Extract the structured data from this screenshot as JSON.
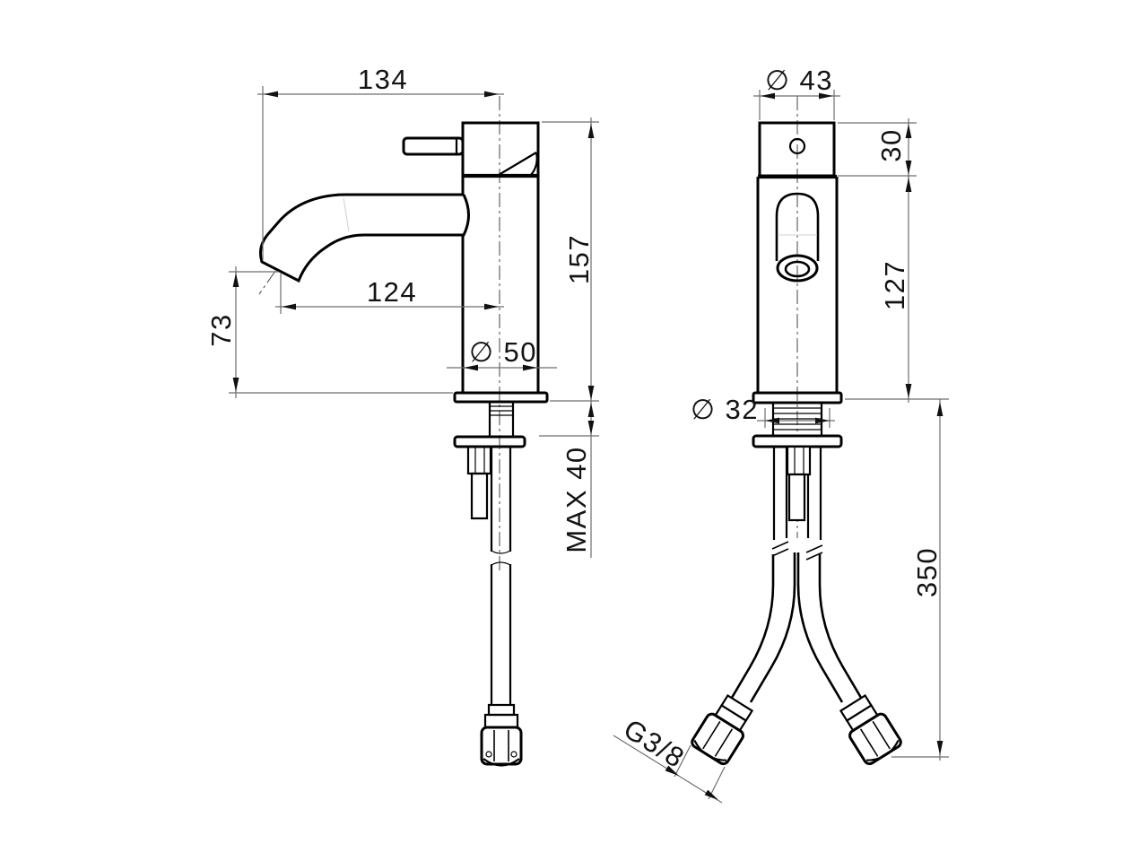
{
  "drawing": {
    "background_color": "#ffffff",
    "object_line_color": "#000000",
    "dimension_line_color": "#6e6e6e",
    "text_color": "#131313"
  },
  "dims": {
    "side": {
      "reach_overall": "134",
      "reach_axis": "124",
      "spout_height": "73",
      "overall_height": "157",
      "base_diameter": "∅ 50",
      "max_deck": "MAX 40"
    },
    "front": {
      "top_diameter": "∅ 43",
      "cap_height": "30",
      "body_height": "127",
      "shank_diameter": "∅ 32",
      "hose_length": "350",
      "thread": "G3/8"
    }
  }
}
